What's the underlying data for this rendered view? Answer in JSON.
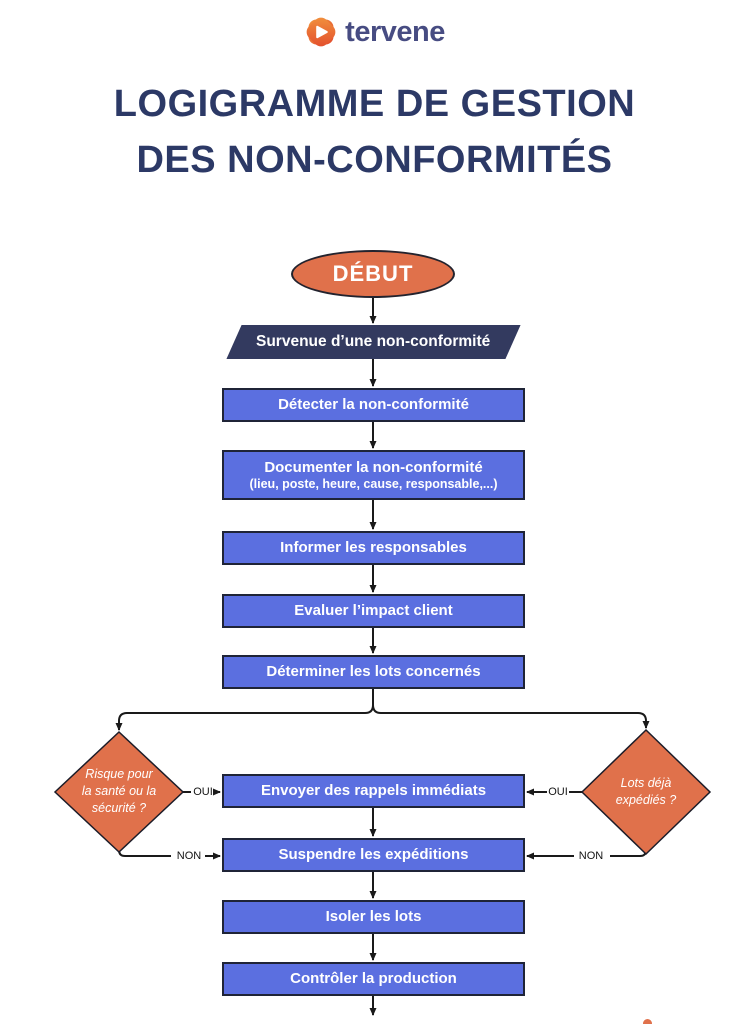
{
  "logo": {
    "brand": "tervene",
    "icon": "tervene-gear-icon"
  },
  "title": {
    "line1": "LOGIGRAMME DE GESTION",
    "line2": "DES NON-CONFORMITÉS"
  },
  "colors": {
    "accent_orange": "#E0714B",
    "navy": "#333A5F",
    "step_blue": "#5B6FE0",
    "title_navy": "#2C3966",
    "brand_navy": "#474C82",
    "wire_black": "#1A1A1A"
  },
  "flowchart": {
    "start": {
      "label": "DÉBUT"
    },
    "event": {
      "label": "Survenue d’une non-conformité"
    },
    "steps": [
      {
        "label": "Détecter la non-conformité"
      },
      {
        "label": "Documenter la non-conformité",
        "sublabel": "(lieu, poste, heure, cause, responsable,...)"
      },
      {
        "label": "Informer les responsables"
      },
      {
        "label": "Evaluer l’impact client"
      },
      {
        "label": "Déterminer les lots concernés"
      },
      {
        "label": "Envoyer des rappels immédiats"
      },
      {
        "label": "Suspendre les expéditions"
      },
      {
        "label": "Isoler les lots"
      },
      {
        "label": "Contrôler la production"
      }
    ],
    "decisions": [
      {
        "lines": [
          "Risque pour",
          "la santé ou la",
          "sécurité ?"
        ]
      },
      {
        "lines": [
          "Lots déjà",
          "expédiés ?"
        ]
      }
    ],
    "edge_labels": {
      "yes": "OUI",
      "no": "NON"
    }
  }
}
